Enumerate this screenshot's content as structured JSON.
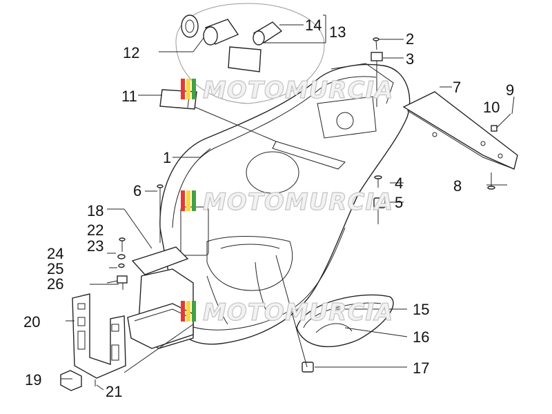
{
  "diagram": {
    "callouts": [
      {
        "id": "1",
        "label": "1"
      },
      {
        "id": "2",
        "label": "2"
      },
      {
        "id": "3",
        "label": "3"
      },
      {
        "id": "4",
        "label": "4"
      },
      {
        "id": "5",
        "label": "5"
      },
      {
        "id": "6",
        "label": "6"
      },
      {
        "id": "7",
        "label": "7"
      },
      {
        "id": "8",
        "label": "8"
      },
      {
        "id": "9",
        "label": "9"
      },
      {
        "id": "10",
        "label": "10"
      },
      {
        "id": "11",
        "label": "11"
      },
      {
        "id": "12",
        "label": "12"
      },
      {
        "id": "13",
        "label": "13"
      },
      {
        "id": "14",
        "label": "14"
      },
      {
        "id": "15",
        "label": "15"
      },
      {
        "id": "16",
        "label": "16"
      },
      {
        "id": "17",
        "label": "17"
      },
      {
        "id": "18",
        "label": "18"
      },
      {
        "id": "19",
        "label": "19"
      },
      {
        "id": "20",
        "label": "20"
      },
      {
        "id": "21",
        "label": "21"
      },
      {
        "id": "22",
        "label": "22"
      },
      {
        "id": "23",
        "label": "23"
      },
      {
        "id": "24",
        "label": "24"
      },
      {
        "id": "25",
        "label": "25"
      },
      {
        "id": "26",
        "label": "26"
      }
    ]
  },
  "watermark": {
    "text": "MOTOMURCIA",
    "stripe_colors": [
      "#e53935",
      "#fdd835",
      "#43a047"
    ]
  }
}
